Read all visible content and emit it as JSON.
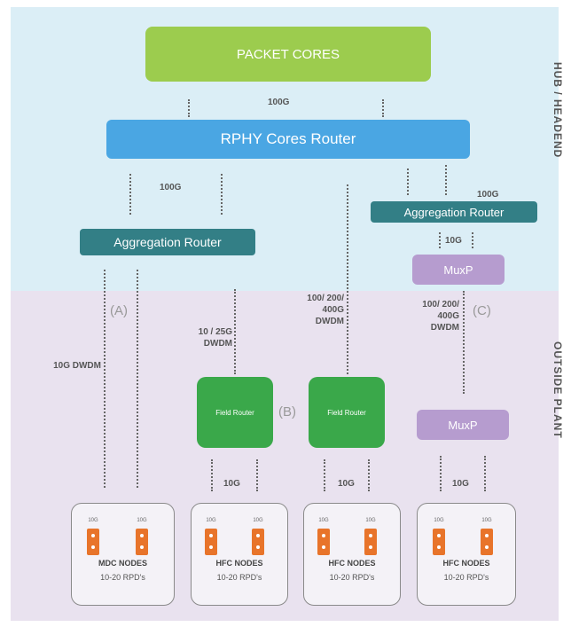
{
  "zones": {
    "hub": "HUB / HEADEND",
    "plant": "OUTSIDE PLANT"
  },
  "boxes": {
    "packet_cores": "PACKET CORES",
    "rphy_router": "RPHY Cores Router",
    "agg_router_left": "Aggregation Router",
    "agg_router_right": "Aggregation Router",
    "muxp_top": "MuxP",
    "muxp_bottom": "MuxP",
    "field_router_1": "Field Router",
    "field_router_2": "Field Router"
  },
  "links": {
    "core_to_rphy": "100G",
    "rphy_to_agg_left": "100G",
    "rphy_to_agg_right": "100G",
    "agg_to_muxp": "10G",
    "a_dwdm": "10G DWDM",
    "b1_dwdm": "10 / 25G DWDM",
    "b2_dwdm": "100/ 200/ 400G DWDM",
    "c_dwdm": "100/ 200/ 400G DWDM",
    "fr1_to_nodes": "10G",
    "fr2_to_nodes": "10G",
    "muxp_to_nodes": "10G"
  },
  "tags": {
    "a": "(A)",
    "b": "(B)",
    "c": "(C)"
  },
  "nodes": [
    {
      "name": "MDC NODES",
      "sub": "10-20 RPD's",
      "rpd_label": "10G"
    },
    {
      "name": "HFC NODES",
      "sub": "10-20 RPD's",
      "rpd_label": "10G"
    },
    {
      "name": "HFC NODES",
      "sub": "10-20 RPD's",
      "rpd_label": "10G"
    },
    {
      "name": "HFC NODES",
      "sub": "10-20 RPD's",
      "rpd_label": "10G"
    }
  ],
  "colors": {
    "packet_cores": "#9ccc4e",
    "rphy_router": "#4aa6e3",
    "agg_router": "#337f86",
    "muxp": "#b69ccf",
    "field_router": "#3aa84a",
    "rpd": "#e8742a",
    "hub_bg": "#dbeef6",
    "plant_bg": "#e9e2ef"
  }
}
